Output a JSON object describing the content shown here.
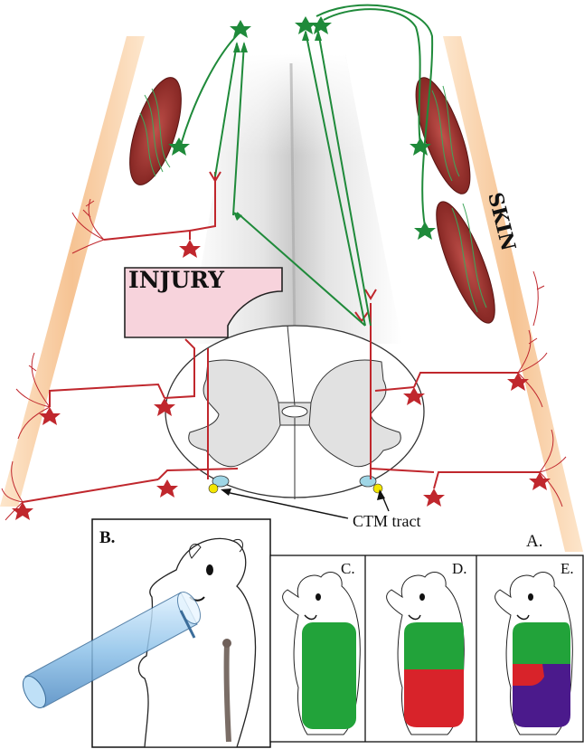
{
  "labels": {
    "injury": "INJURY",
    "skin": "SKIN",
    "ctm_tract": "CTM tract",
    "panel_a": "A.",
    "panel_b": "B.",
    "panel_c": "C.",
    "panel_d": "D.",
    "panel_e": "E."
  },
  "colors": {
    "sensory_neuron": "#c0272d",
    "motor_neuron": "#1f8a3a",
    "skin_band": "#f6c89a",
    "cord_gray": "#e6e6e6",
    "injury_box": "#f7d3dc",
    "region_green": "#22a33a",
    "region_red": "#d8232a",
    "region_purple": "#4b1a8c",
    "ctm_dot": "#f3e600",
    "ctm_nucleus": "#9fd6e6"
  }
}
